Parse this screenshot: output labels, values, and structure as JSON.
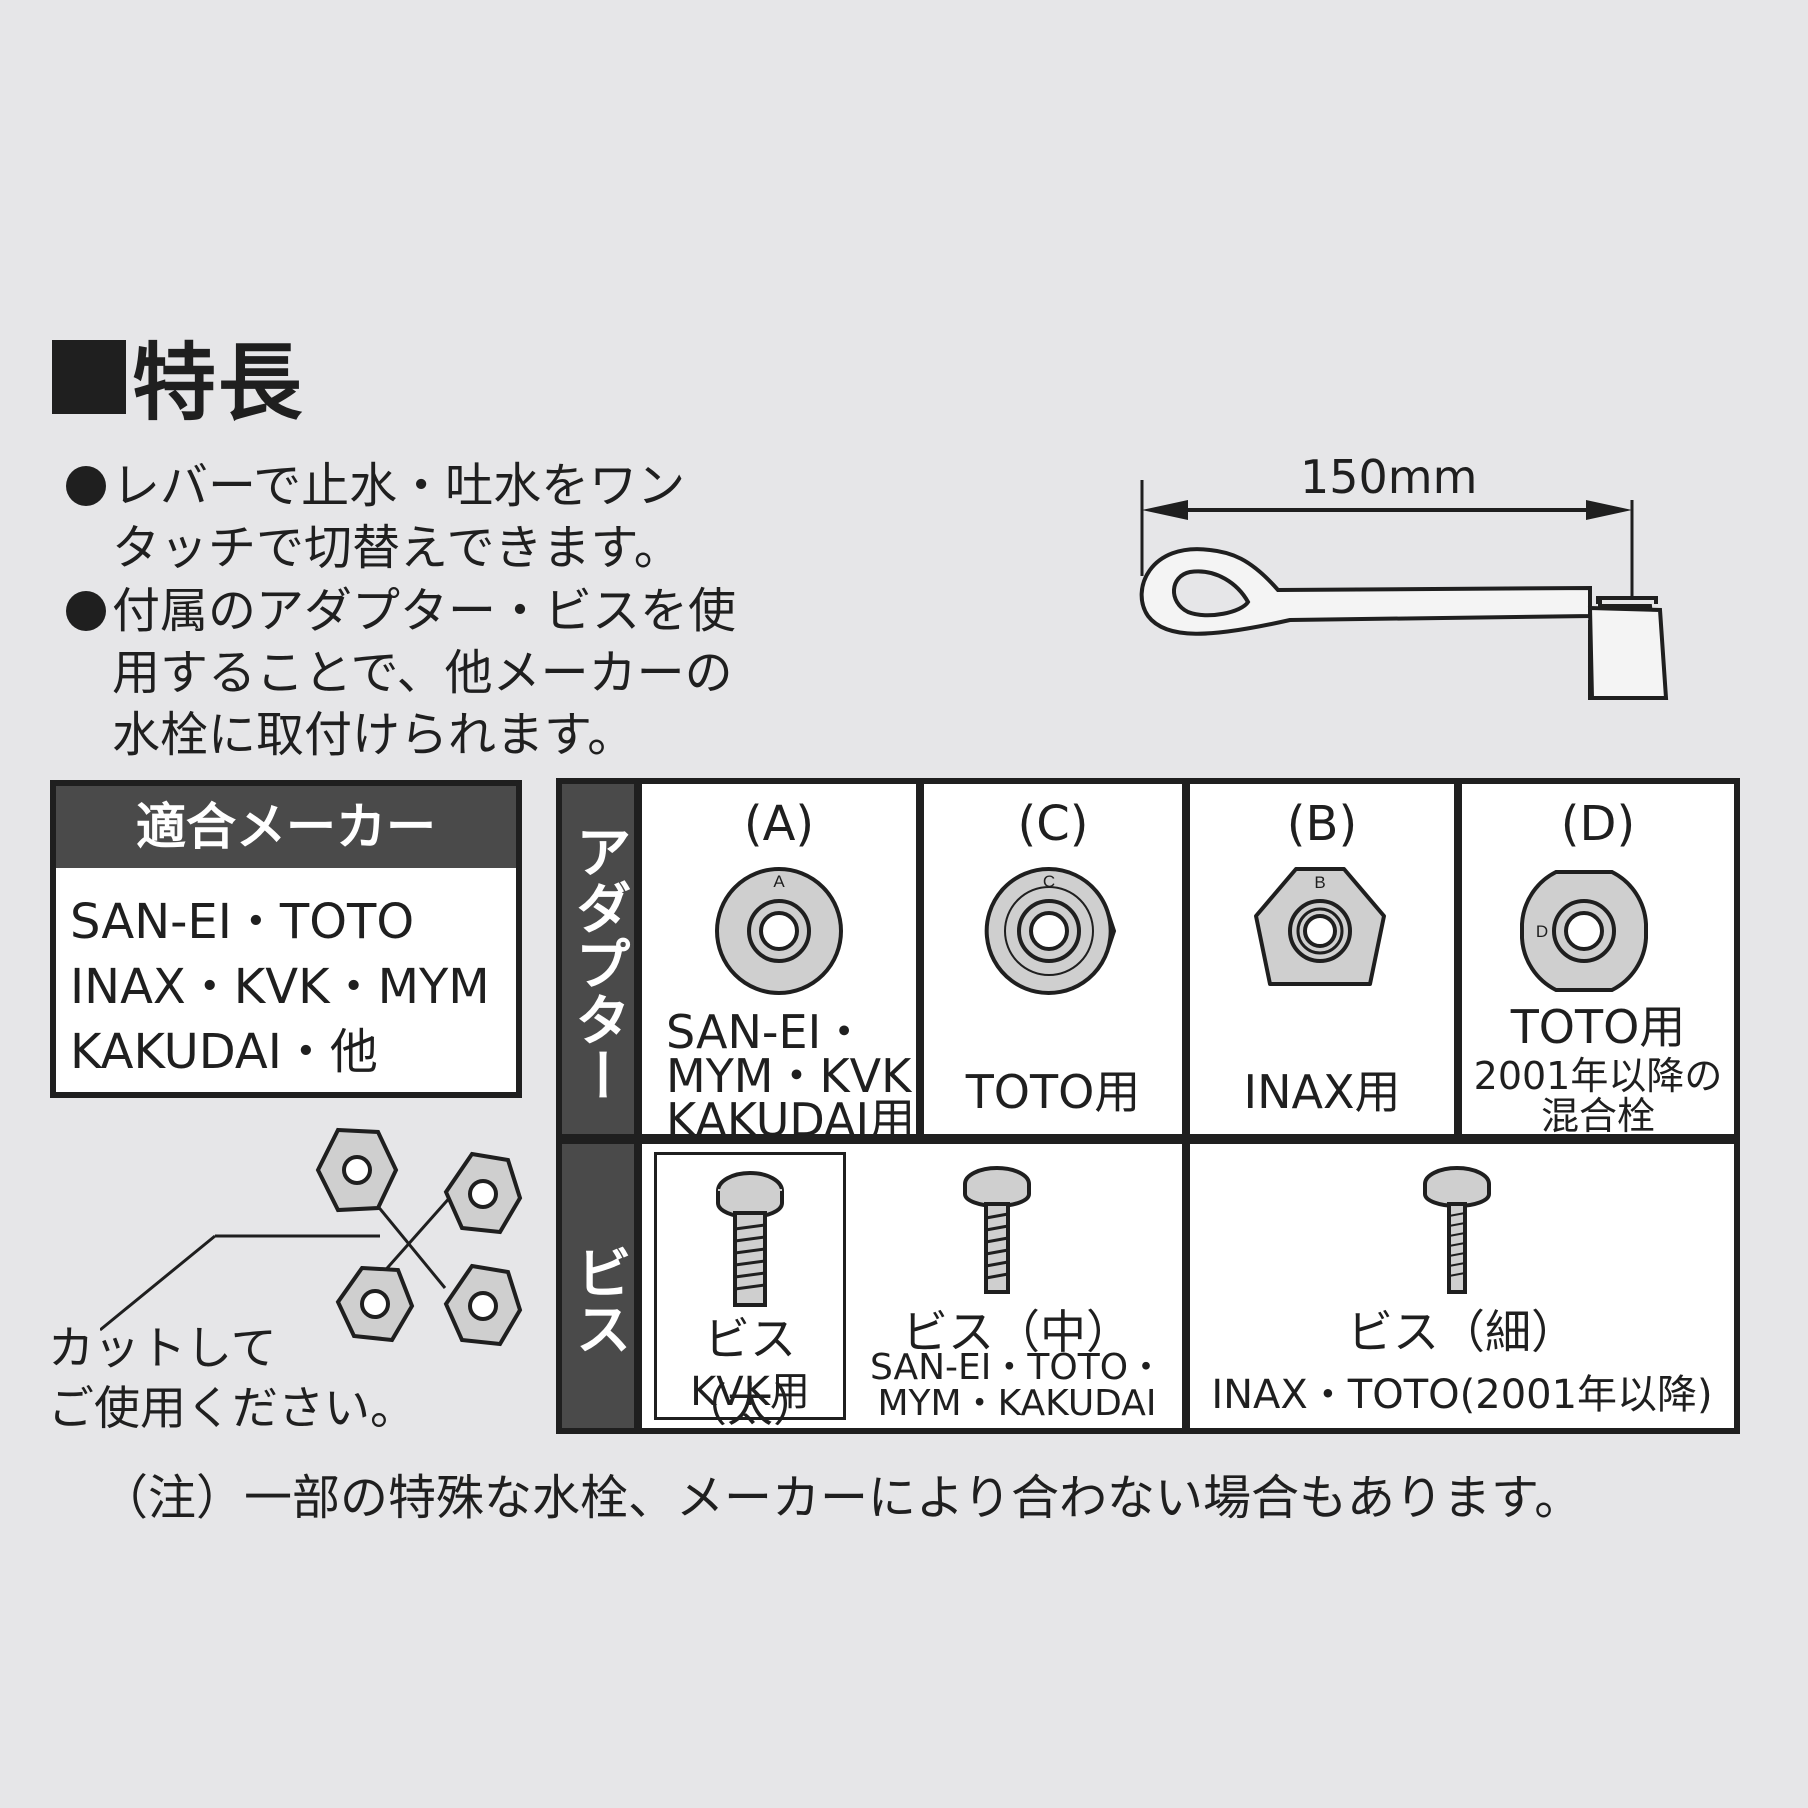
{
  "heading": "特長",
  "features": [
    {
      "line1": "レバーで止水・吐水をワン",
      "line2": "タッチで切替えできます。"
    },
    {
      "line1": "付属のアダプター・ビスを使",
      "line2": "用することで、他メーカーの",
      "line3": "水栓に取付けられます。"
    }
  ],
  "makers": {
    "title": "適合メーカー",
    "lines": [
      "SAN-EI・TOTO",
      "INAX・KVK・MYM",
      "KAKUDAI・他"
    ]
  },
  "dimension": "150mm",
  "cut_note": {
    "line1": "カットして",
    "line2": "ご使用ください。"
  },
  "table": {
    "adapter_header": "アダプター",
    "screw_header": "ビス",
    "adapters": [
      {
        "letter": "(A)",
        "mark": "A",
        "use_lines": [
          "SAN-EI・",
          "MYM・KVK",
          "KAKUDAI用"
        ]
      },
      {
        "letter": "(C)",
        "mark": "C",
        "use_lines": [
          "TOTO用"
        ]
      },
      {
        "letter": "(B)",
        "mark": "B",
        "use_lines": [
          "INAX用"
        ]
      },
      {
        "letter": "(D)",
        "mark": "D",
        "use_lines": [
          "TOTO用",
          "2001年以降の",
          "混合栓"
        ]
      }
    ],
    "screws": [
      {
        "name": "ビス（太）",
        "use_lines": [
          "KVK用"
        ]
      },
      {
        "name": "ビス（中）",
        "use_lines": [
          "SAN-EI・TOTO・",
          "MYM・KAKUDAI"
        ]
      },
      {
        "name": "ビス（細）",
        "use_lines": [
          "INAX・TOTO(2001年以降)"
        ]
      }
    ]
  },
  "note": "（注）一部の特殊な水栓、メーカーにより合わない場合もあります。"
}
